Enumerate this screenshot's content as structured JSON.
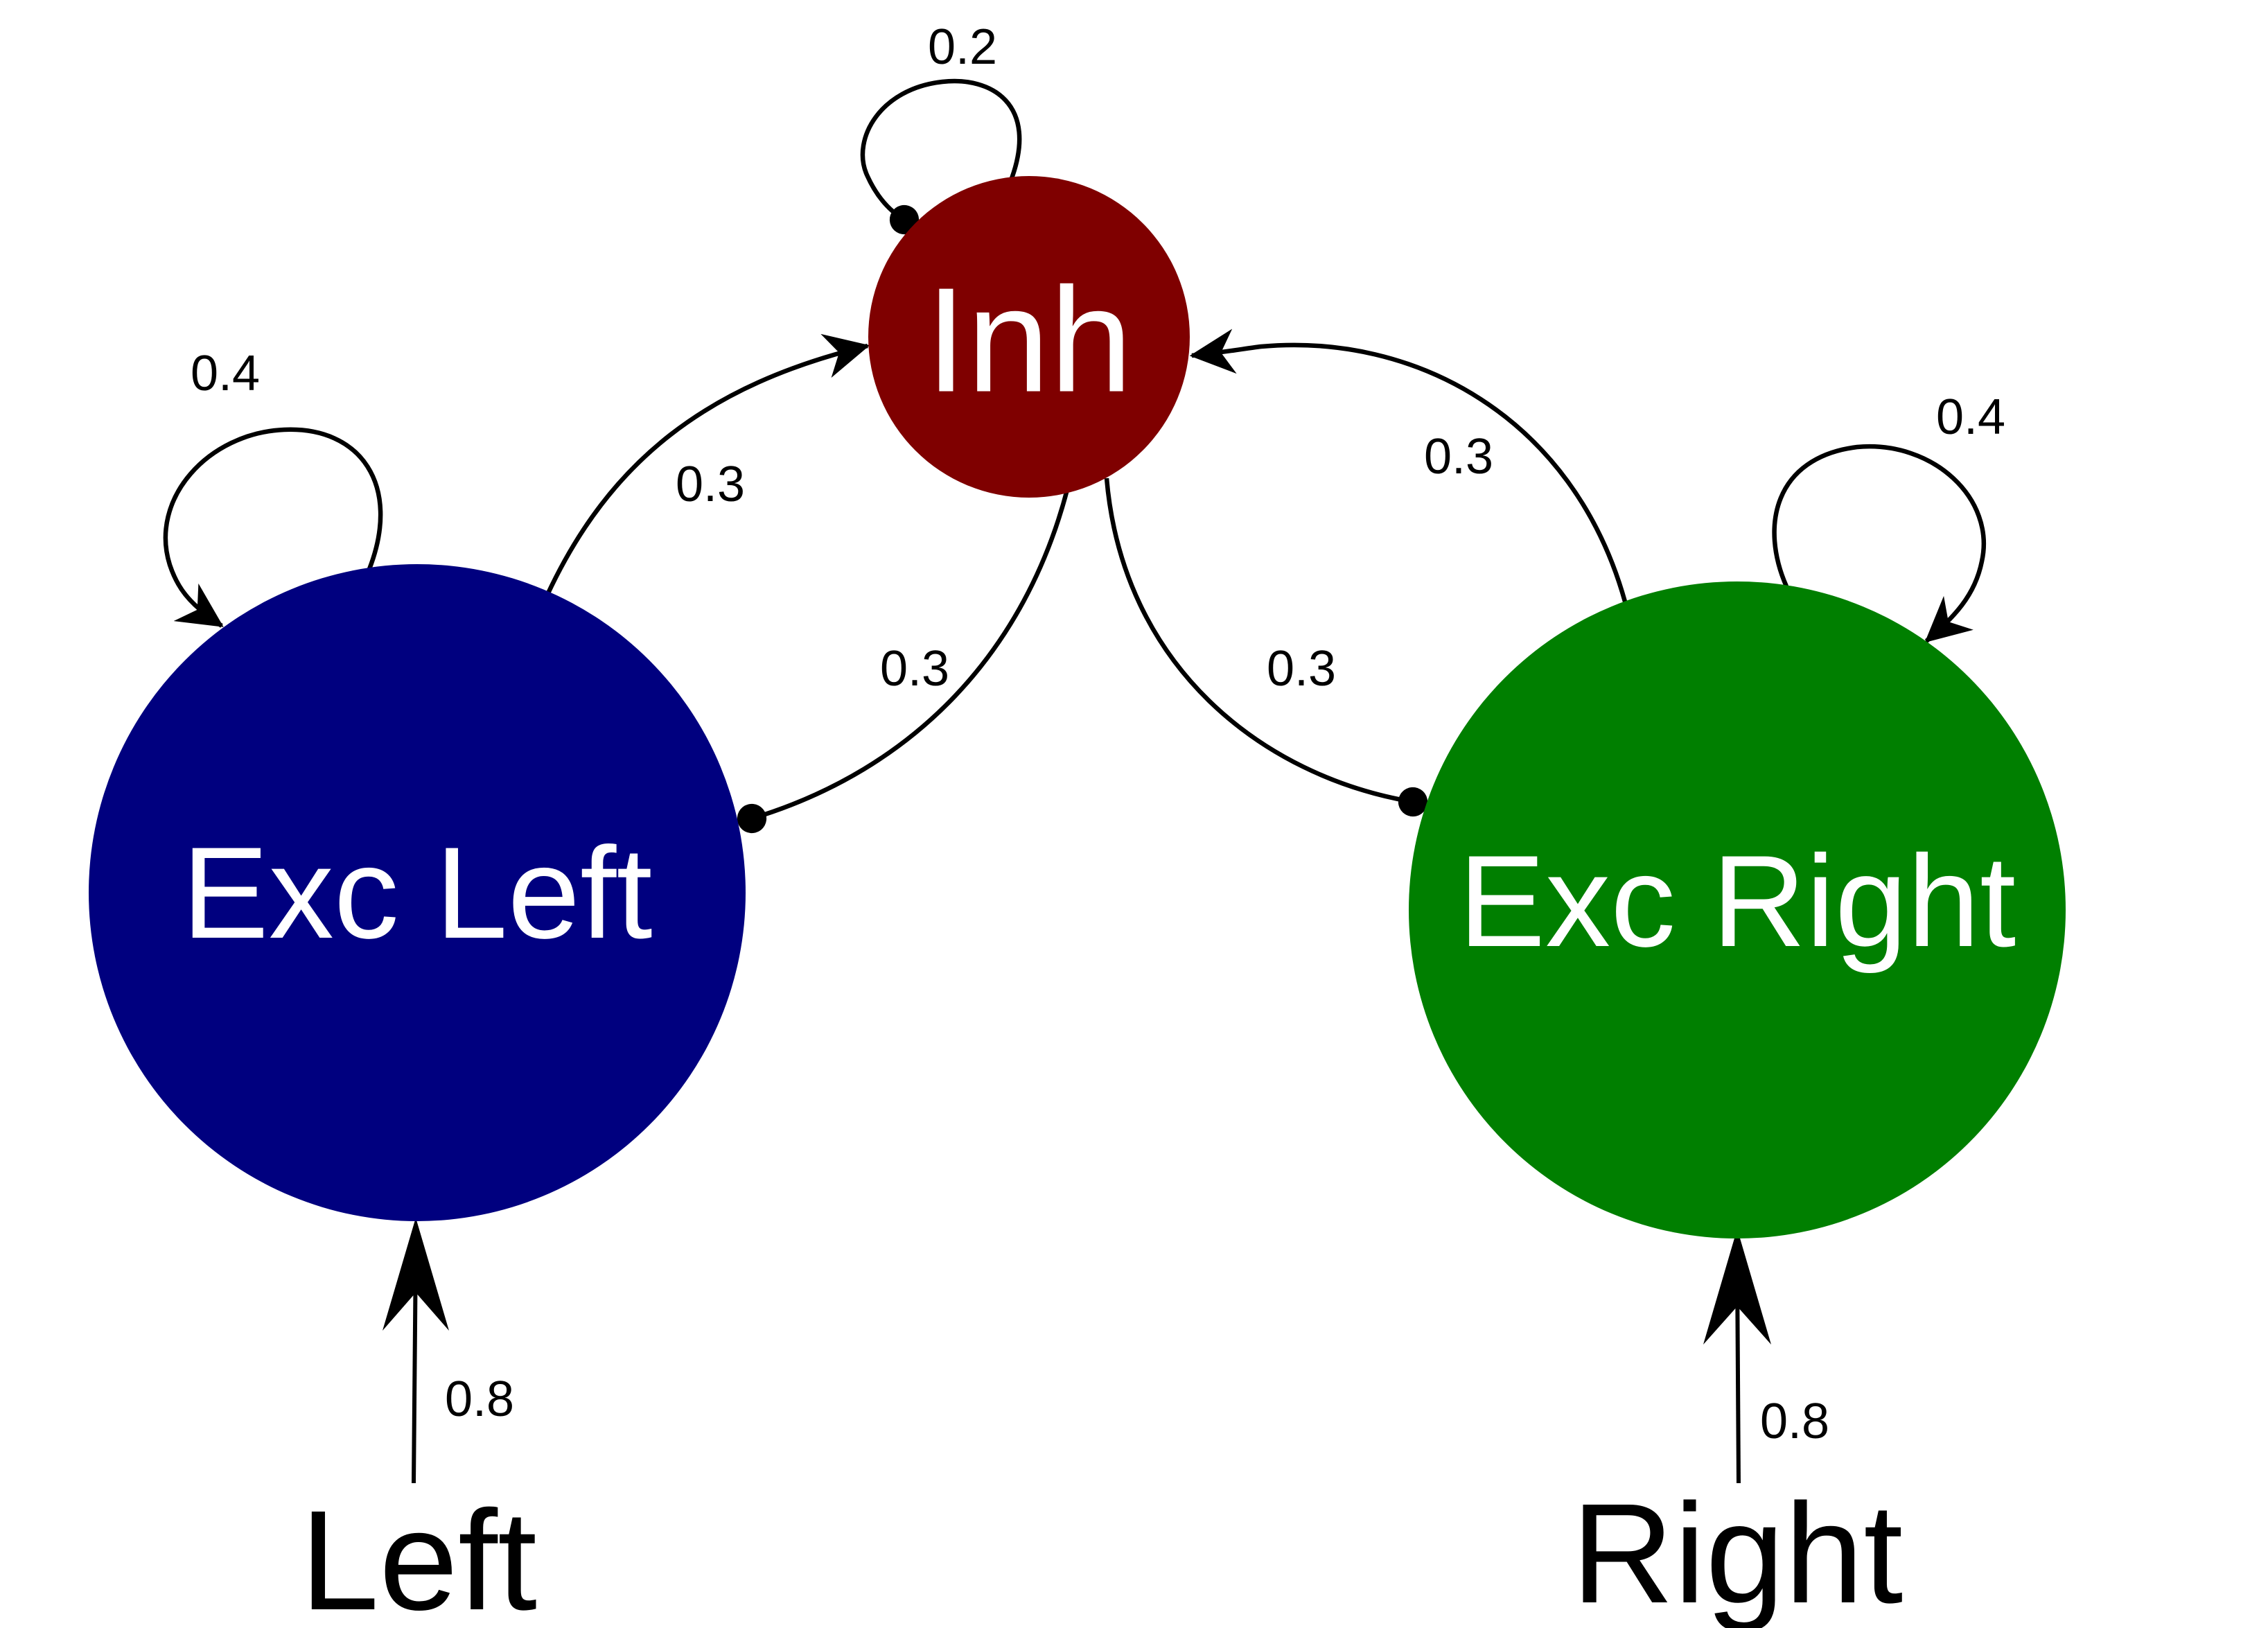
{
  "nodes": {
    "exc_left": {
      "label": "Exc Left",
      "color": "#00007f"
    },
    "inh": {
      "label": "Inh",
      "color": "#7f0000"
    },
    "exc_right": {
      "label": "Exc Right",
      "color": "#007f00"
    }
  },
  "inputs": {
    "left": {
      "label": "Left"
    },
    "right": {
      "label": "Right"
    }
  },
  "weights": {
    "exc_left_self": "0.4",
    "exc_right_self": "0.4",
    "inh_self": "0.2",
    "exc_left_to_inh": "0.3",
    "inh_to_exc_left": "0.3",
    "exc_right_to_inh": "0.3",
    "inh_to_exc_right": "0.3",
    "left_input": "0.8",
    "right_input": "0.8"
  },
  "colors": {
    "edge": "#000000",
    "node_text": "#ffffff",
    "background": "#ffffff"
  }
}
